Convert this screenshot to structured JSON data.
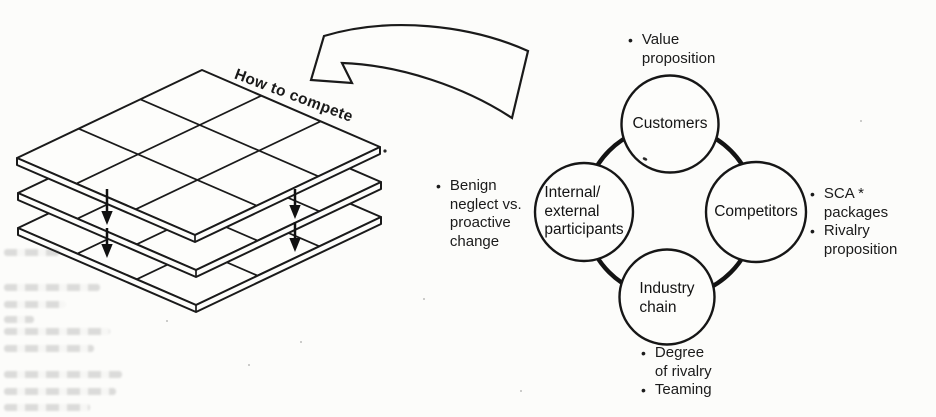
{
  "figure": {
    "left_stack": {
      "label": "How to compete",
      "layer_count": 3
    },
    "cycle": {
      "bullet_glyph": "•",
      "nodes": {
        "customers": "Customers",
        "competitors": "Competitors",
        "industry_chain": "Industry\nchain",
        "internal_external": "Internal/\nexternal\nparticipants"
      },
      "annotations": {
        "customers": [
          "Value\nproposition"
        ],
        "competitors": [
          "SCA *\npackages",
          "Rivalry\nproposition"
        ],
        "industry_chain": [
          "Degree\nof rivalry",
          "Teaming"
        ],
        "internal_external": [
          "Benign\nneglect vs.\nproactive\nchange"
        ]
      }
    }
  },
  "colors": {
    "ink": "#1a1a1a",
    "paper": "#fcfcfa"
  }
}
